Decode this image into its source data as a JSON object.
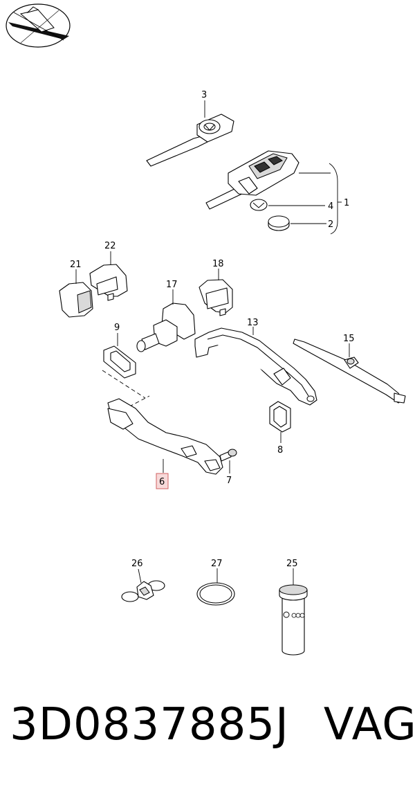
{
  "callouts": {
    "c1": "1",
    "c2": "2",
    "c3": "3",
    "c4": "4",
    "c6": "6",
    "c7": "7",
    "c8": "8",
    "c9": "9",
    "c13": "13",
    "c15": "15",
    "c17": "17",
    "c18": "18",
    "c21": "21",
    "c22": "22",
    "c25": "25",
    "c26": "26",
    "c27": "27"
  },
  "footer": {
    "part_number": "3D0837885J",
    "brand": "VAG"
  }
}
